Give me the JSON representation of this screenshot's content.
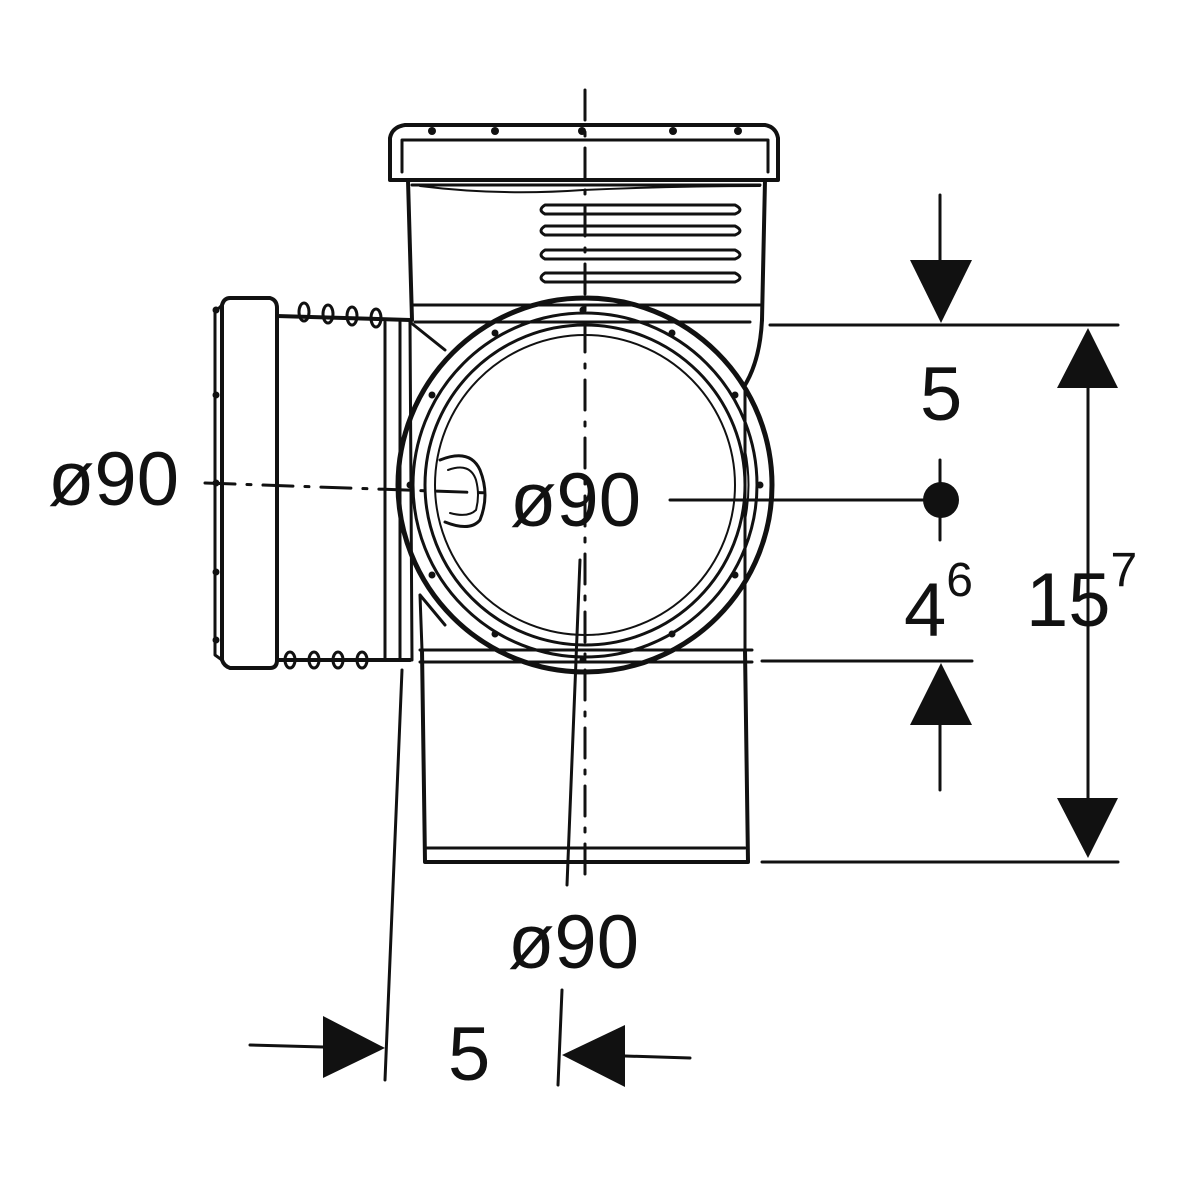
{
  "dimensions": {
    "left_socket_diameter": "ø90",
    "center_opening_diameter": "ø90",
    "bottom_spigot_diameter": "ø90",
    "top_offset": "5",
    "axis_to_branch_base": "4",
    "axis_to_branch_base_sup": "6",
    "total_height": "15",
    "total_height_sup": "7",
    "bottom_offset": "5"
  },
  "colors": {
    "line": "#111111",
    "background": "#ffffff"
  }
}
